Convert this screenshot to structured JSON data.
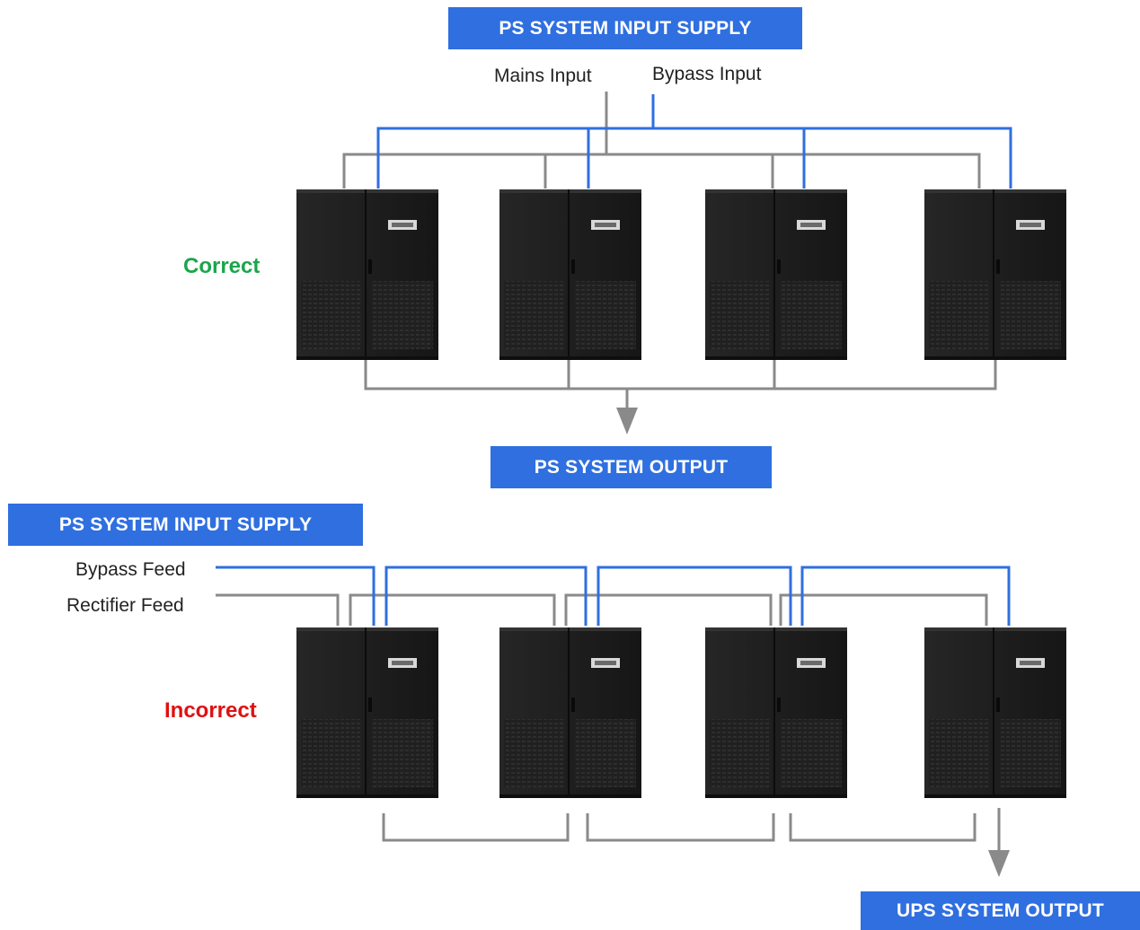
{
  "correct_section": {
    "input_supply_label": "PS SYSTEM INPUT SUPPLY",
    "mains_input_label": "Mains Input",
    "bypass_input_label": "Bypass Input",
    "status_label": "Correct",
    "output_label": "PS SYSTEM OUTPUT"
  },
  "incorrect_section": {
    "input_supply_label": "PS SYSTEM INPUT SUPPLY",
    "bypass_feed_label": "Bypass Feed",
    "rectifier_feed_label": "Rectifier Feed",
    "status_label": "Incorrect",
    "output_label": "UPS SYSTEM OUTPUT"
  },
  "colors": {
    "blue_line": "#2f6fe0",
    "grey_line": "#8a8a8a",
    "label_box": "#2f6fe0",
    "correct": "#1aa64a",
    "incorrect": "#e01010",
    "cabinet": "#1c1c1c"
  }
}
